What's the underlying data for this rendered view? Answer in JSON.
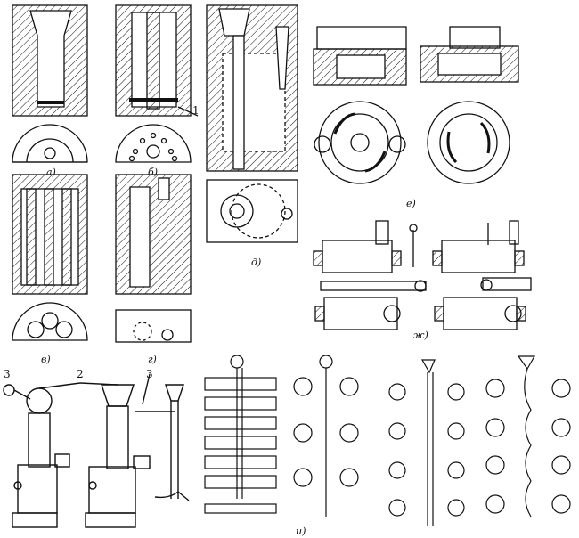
{
  "labels": {
    "a": "а)",
    "b": "б)",
    "v": "в)",
    "g": "г)",
    "d": "д)",
    "e": "е)",
    "zh": "ж)",
    "i": "и)"
  },
  "callouts": {
    "n1": "1",
    "n2": "2",
    "n3a": "3",
    "n3b": "3"
  },
  "colors": {
    "ink": "#111111",
    "paper": "#ffffff"
  }
}
